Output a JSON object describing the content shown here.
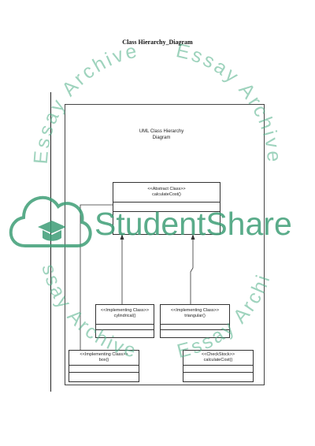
{
  "page": {
    "title": "Class Hierarchy_Diagram"
  },
  "diagram": {
    "title_line1": "UML Class Hierarchy",
    "title_line2": "Diagram",
    "classes": {
      "abstract": {
        "stereotype": "<<Abstract Class>>",
        "method": "calculateCost()"
      },
      "cylindrical": {
        "stereotype": "<<Implementing Class>>",
        "method": "cylindrical()"
      },
      "triangular": {
        "stereotype": "<<Implementing Class>>",
        "method": "triangular()"
      },
      "box": {
        "stereotype": "<<Implementing Class>>",
        "method": "box()"
      },
      "checkstock": {
        "stereotype": "<<CheckStock>>",
        "method": "calculateCost()"
      }
    }
  },
  "watermark": {
    "brand": "StudentShare",
    "tagline": "Essay Archive",
    "brand_color": "#3d9d76"
  }
}
